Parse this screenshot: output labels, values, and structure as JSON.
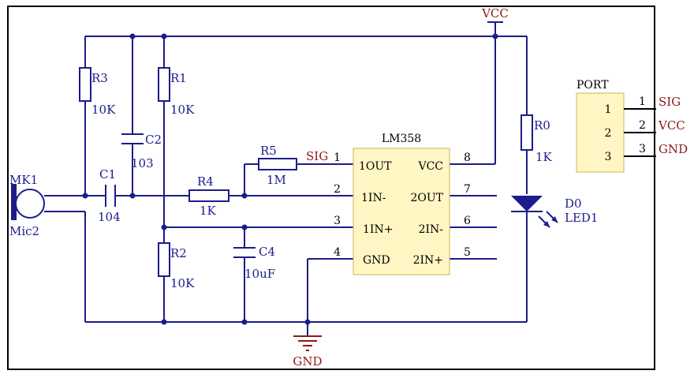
{
  "components": {
    "mic": {
      "ref": "MK1",
      "name": "Mic2"
    },
    "r3": {
      "ref": "R3",
      "value": "10K"
    },
    "r1": {
      "ref": "R1",
      "value": "10K"
    },
    "r2": {
      "ref": "R2",
      "value": "10K"
    },
    "r4": {
      "ref": "R4",
      "value": "1K"
    },
    "r5": {
      "ref": "R5",
      "value": "1M"
    },
    "r0": {
      "ref": "R0",
      "value": "1K"
    },
    "c1": {
      "ref": "C1",
      "value": "104"
    },
    "c2": {
      "ref": "C2",
      "value": "103"
    },
    "c4": {
      "ref": "C4",
      "value": "10uF"
    },
    "d0": {
      "ref": "D0",
      "name": "LED1"
    }
  },
  "ic": {
    "name": "LM358",
    "pins": [
      {
        "num": "1",
        "label": "1OUT"
      },
      {
        "num": "2",
        "label": "1IN-"
      },
      {
        "num": "3",
        "label": "1IN+"
      },
      {
        "num": "4",
        "label": "GND"
      },
      {
        "num": "8",
        "label": "VCC"
      },
      {
        "num": "7",
        "label": "2OUT"
      },
      {
        "num": "6",
        "label": "2IN-"
      },
      {
        "num": "5",
        "label": "2IN+"
      }
    ]
  },
  "port": {
    "title": "PORT",
    "pins": [
      {
        "num": "1",
        "inner": "1",
        "net": "SIG"
      },
      {
        "num": "2",
        "inner": "2",
        "net": "VCC"
      },
      {
        "num": "3",
        "inner": "3",
        "net": "GND"
      }
    ]
  },
  "nets": {
    "vcc": "VCC",
    "gnd": "GND",
    "sig": "SIG"
  },
  "colors": {
    "wire": "#1c1c8c",
    "net_label": "#8b1a1a",
    "ic_fill": "#fff6c4"
  }
}
